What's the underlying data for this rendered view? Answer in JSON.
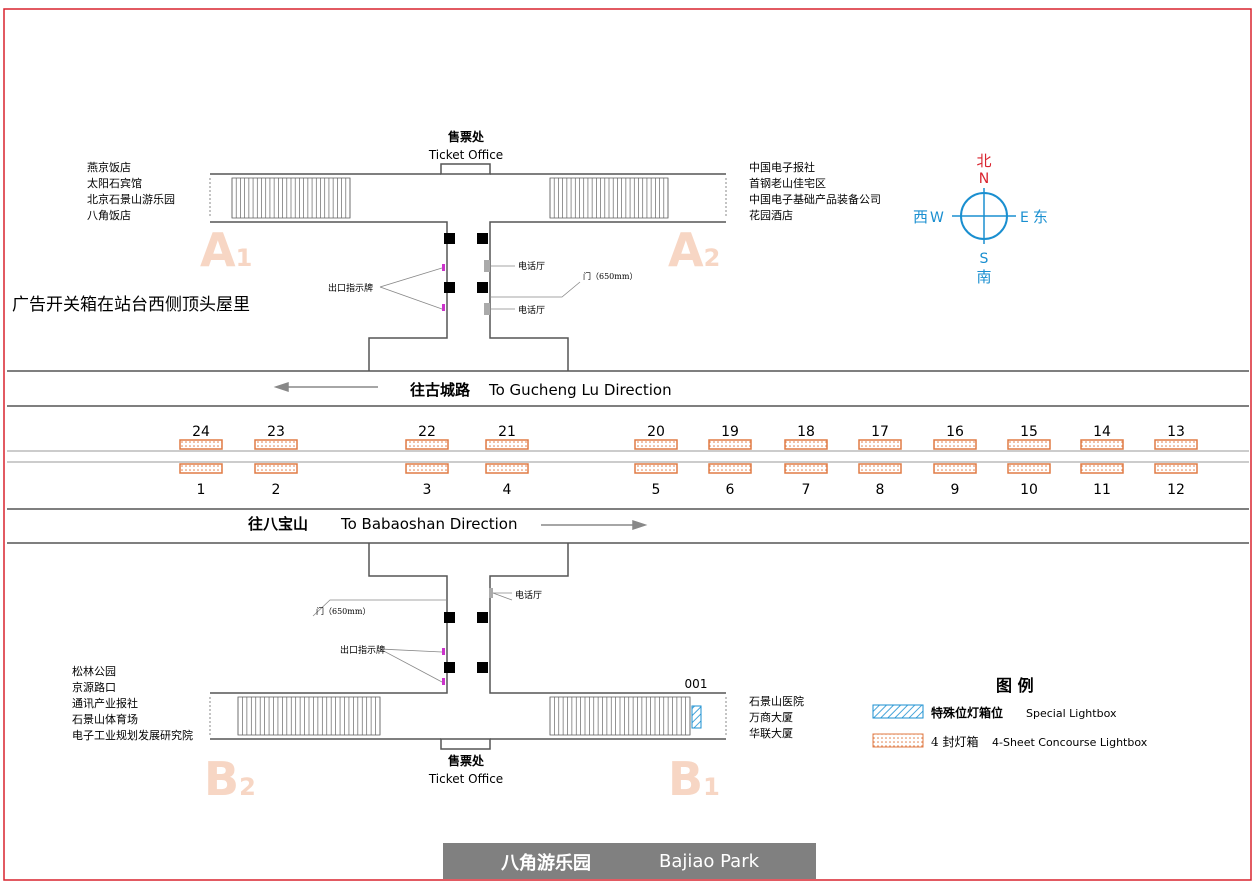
{
  "top": {
    "ticket_cn": "售票处",
    "ticket_en": "Ticket Office",
    "left_places": [
      "燕京饭店",
      "太阳石宾馆",
      "北京石景山游乐园",
      "八角饭店"
    ],
    "right_places": [
      "中国电子报社",
      "首钢老山佳宅区",
      "中国电子基础产品装备公司",
      "花园酒店"
    ],
    "exit_a1": "A",
    "exit_a1_sub": "1",
    "exit_a2": "A",
    "exit_a2_sub": "2",
    "exit_sign": "出口指示牌",
    "phone1": "电话厅",
    "phone2": "电话厅",
    "door": "门（650mm）",
    "ad_switch_note": "广告开关箱在站台西侧顶头屋里"
  },
  "compass": {
    "n_cn": "北",
    "n_en": "N",
    "s_en": "S",
    "s_cn": "南",
    "w_cn": "西",
    "w_en": "W",
    "e_en": "E",
    "e_cn": "东",
    "n_color": "#d9232e",
    "blue": "#1a8fd0"
  },
  "platform": {
    "direction_top_cn": "往古城路",
    "direction_top_en": "To Gucheng Lu Direction",
    "direction_bottom_cn": "往八宝山",
    "direction_bottom_en": "To Babaoshan Direction",
    "upper_numbers": [
      "24",
      "23",
      "22",
      "21",
      "20",
      "19",
      "18",
      "17",
      "16",
      "15",
      "14",
      "13"
    ],
    "lower_numbers": [
      "1",
      "2",
      "3",
      "4",
      "5",
      "6",
      "7",
      "8",
      "9",
      "10",
      "11",
      "12"
    ]
  },
  "bottom": {
    "ticket_cn": "售票处",
    "ticket_en": "Ticket Office",
    "left_places": [
      "松林公园",
      "京源路口",
      "通讯产业报社",
      "石景山体育场",
      "电子工业规划发展研究院"
    ],
    "right_places": [
      "石景山医院",
      "万商大厦",
      "华联大厦"
    ],
    "exit_b2": "B",
    "exit_b2_sub": "2",
    "exit_b1": "B",
    "exit_b1_sub": "1",
    "door": "门（650mm）",
    "phone": "电话厅",
    "exit_sign": "出口指示牌",
    "special_id": "001"
  },
  "legend": {
    "title": "图  例",
    "special_cn": "特殊位灯箱位",
    "special_en": "Special Lightbox",
    "sheet_cn": "4  封灯箱",
    "sheet_en": "4-Sheet  Concourse Lightbox"
  },
  "station": {
    "name_cn": "八角游乐园",
    "name_en": "Bajiao Park"
  },
  "colors": {
    "border": "#d9232e",
    "lightbox": "#e07b45",
    "exit_letter": "#f7d6c4",
    "special": "#1a8fd0",
    "sign": "#cc33cc",
    "title_bar": "#808080"
  }
}
